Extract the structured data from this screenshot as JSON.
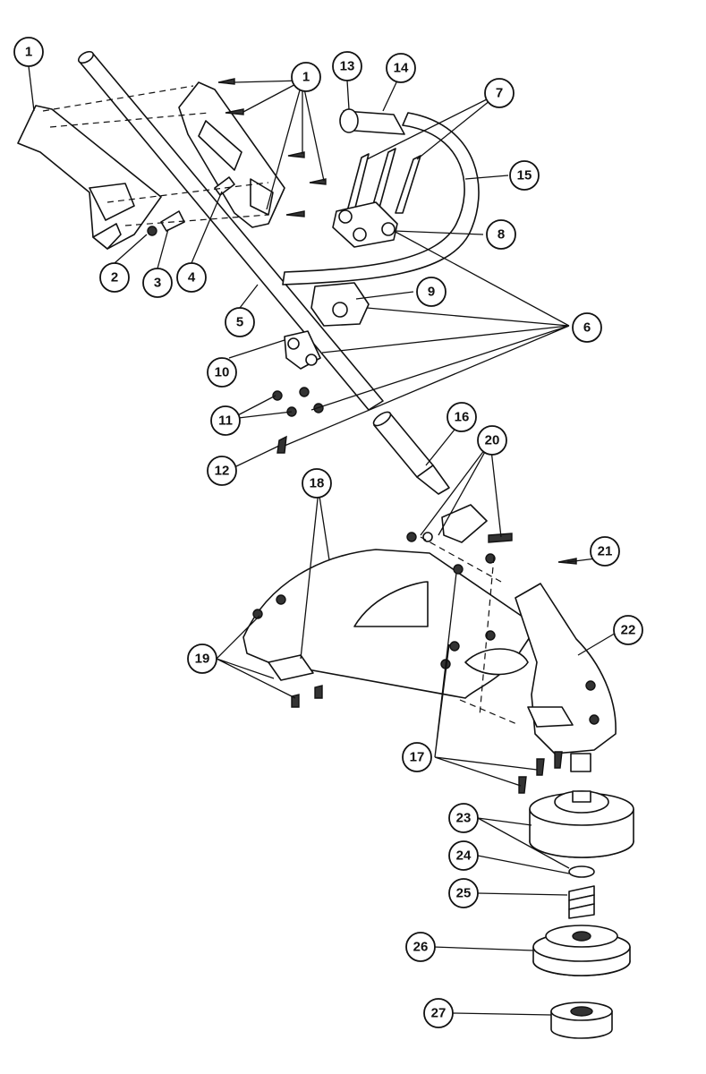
{
  "diagram": {
    "callouts": [
      {
        "id": "c1a",
        "label": "1"
      },
      {
        "id": "c1b",
        "label": "1"
      },
      {
        "id": "c2",
        "label": "2"
      },
      {
        "id": "c3",
        "label": "3"
      },
      {
        "id": "c4",
        "label": "4"
      },
      {
        "id": "c5",
        "label": "5"
      },
      {
        "id": "c6",
        "label": "6"
      },
      {
        "id": "c7",
        "label": "7"
      },
      {
        "id": "c8",
        "label": "8"
      },
      {
        "id": "c9",
        "label": "9"
      },
      {
        "id": "c10",
        "label": "10"
      },
      {
        "id": "c11",
        "label": "11"
      },
      {
        "id": "c12",
        "label": "12"
      },
      {
        "id": "c13",
        "label": "13"
      },
      {
        "id": "c14",
        "label": "14"
      },
      {
        "id": "c15",
        "label": "15"
      },
      {
        "id": "c16",
        "label": "16"
      },
      {
        "id": "c17",
        "label": "17"
      },
      {
        "id": "c18",
        "label": "18"
      },
      {
        "id": "c19",
        "label": "19"
      },
      {
        "id": "c20",
        "label": "20"
      },
      {
        "id": "c21",
        "label": "21"
      },
      {
        "id": "c22",
        "label": "22"
      },
      {
        "id": "c23",
        "label": "23"
      },
      {
        "id": "c24",
        "label": "24"
      },
      {
        "id": "c25",
        "label": "25"
      },
      {
        "id": "c26",
        "label": "26"
      },
      {
        "id": "c27",
        "label": "27"
      }
    ]
  }
}
